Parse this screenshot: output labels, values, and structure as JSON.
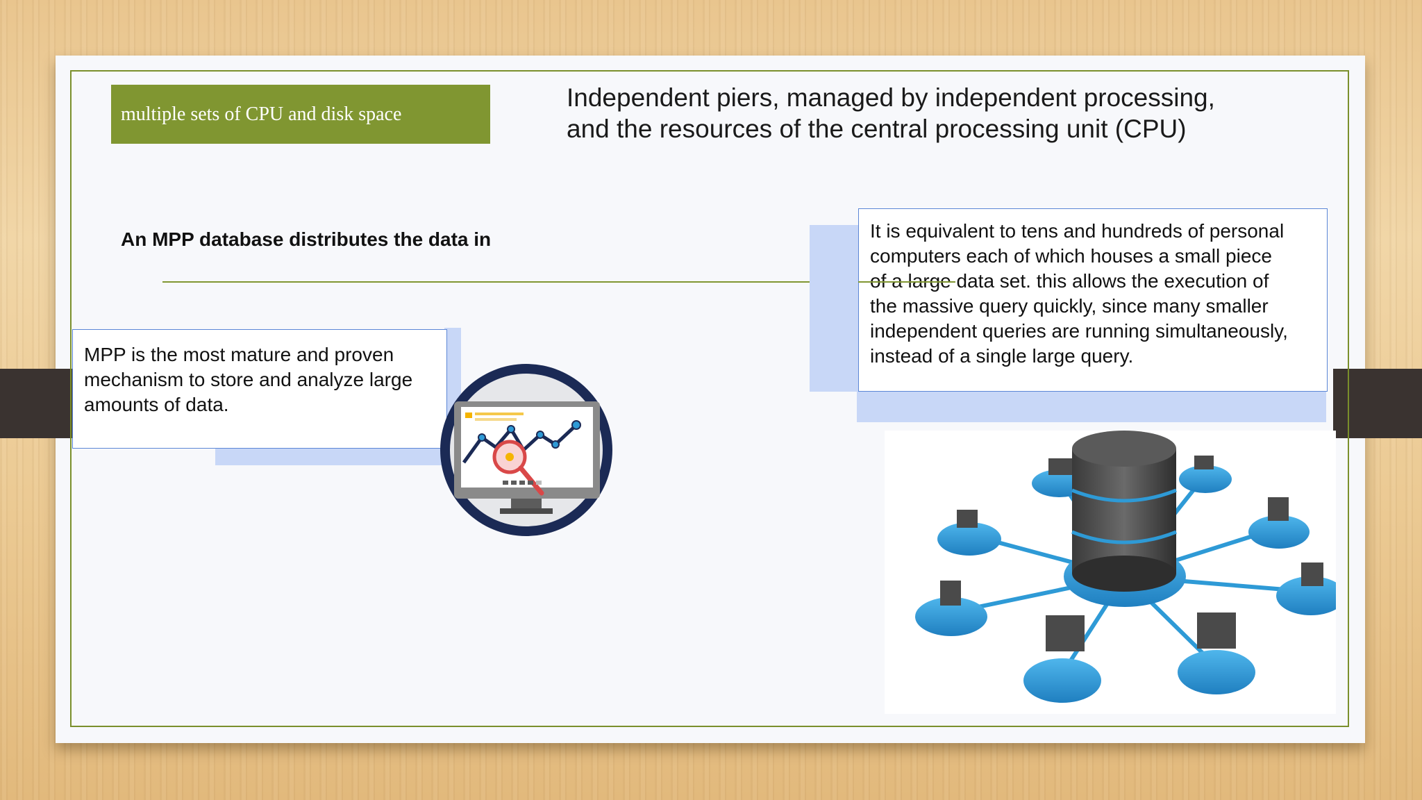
{
  "slide": {
    "label": "multiple sets of CPU and disk space",
    "headline_line1": "Independent piers, managed by independent processing,",
    "headline_line2": "and the resources of the central processing unit (CPU)",
    "subheading": "An MPP database distributes the data in",
    "left_card": {
      "line1": "MPP is the most mature and proven",
      "line2": "mechanism to store and analyze large",
      "line3": "amounts of data."
    },
    "right_card": {
      "line1": "It is equivalent to tens and hundreds of personal",
      "line2": "computers each of which houses a small piece",
      "line3": "of a large data set. this allows the execution of",
      "line4": "the massive query quickly, since many smaller",
      "line5": "independent queries are running simultaneously,",
      "line6": "instead of a single large query."
    }
  },
  "colors": {
    "accent_green": "#809631",
    "card_border_blue": "#5b86d6",
    "shadow_blue": "#c8d7f7",
    "network_blue": "#2e9ad6"
  },
  "icons": {
    "analytics": "analytics-monitor-icon",
    "network": "database-network-illustration"
  }
}
